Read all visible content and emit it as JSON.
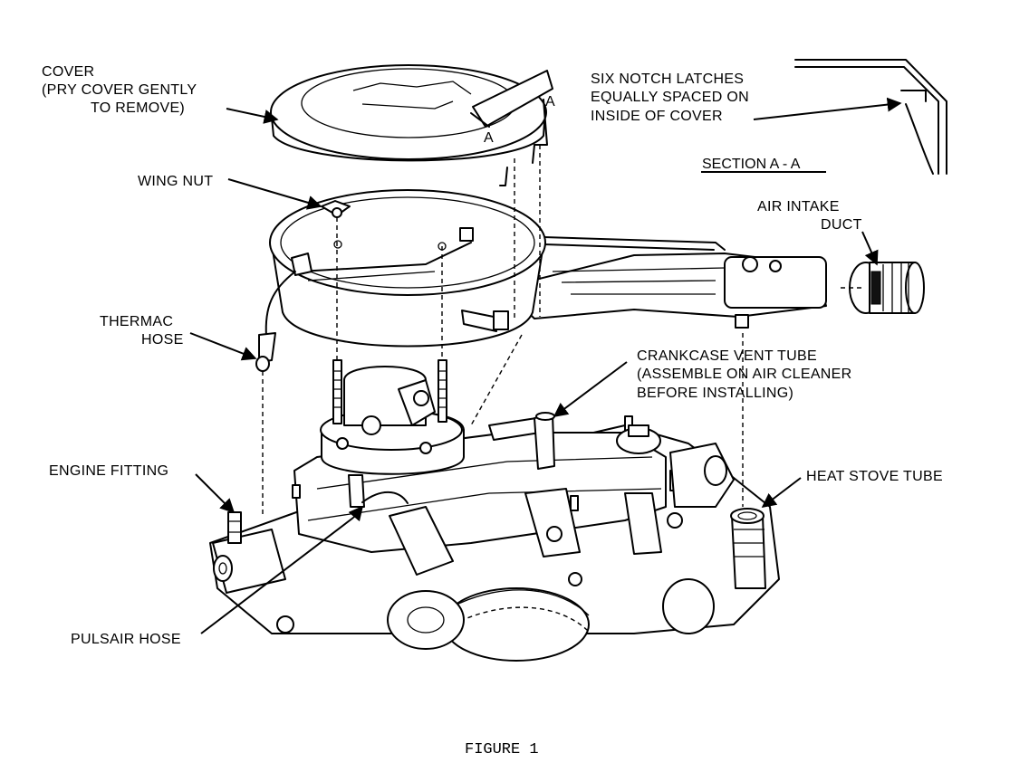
{
  "labels": {
    "cover_line1": "COVER",
    "cover_line2": "(PRY COVER GENTLY",
    "cover_line3": "TO REMOVE)",
    "wing_nut": "WING NUT",
    "thermac_line1": "THERMAC",
    "thermac_line2": "HOSE",
    "engine_fitting": "ENGINE FITTING",
    "pulsair_hose": "PULSAIR HOSE",
    "six_notch_line1": "SIX NOTCH LATCHES",
    "six_notch_line2": "EQUALLY SPACED ON",
    "six_notch_line3": "INSIDE OF COVER",
    "section": "SECTION A - A",
    "air_intake_line1": "AIR INTAKE",
    "air_intake_line2": "DUCT",
    "crankcase_line1": "CRANKCASE VENT TUBE",
    "crankcase_line2": "(ASSEMBLE ON AIR CLEANER",
    "crankcase_line3": "BEFORE INSTALLING)",
    "heat_stove": "HEAT STOVE TUBE",
    "section_mark": "A"
  },
  "caption": "FIGURE 1"
}
